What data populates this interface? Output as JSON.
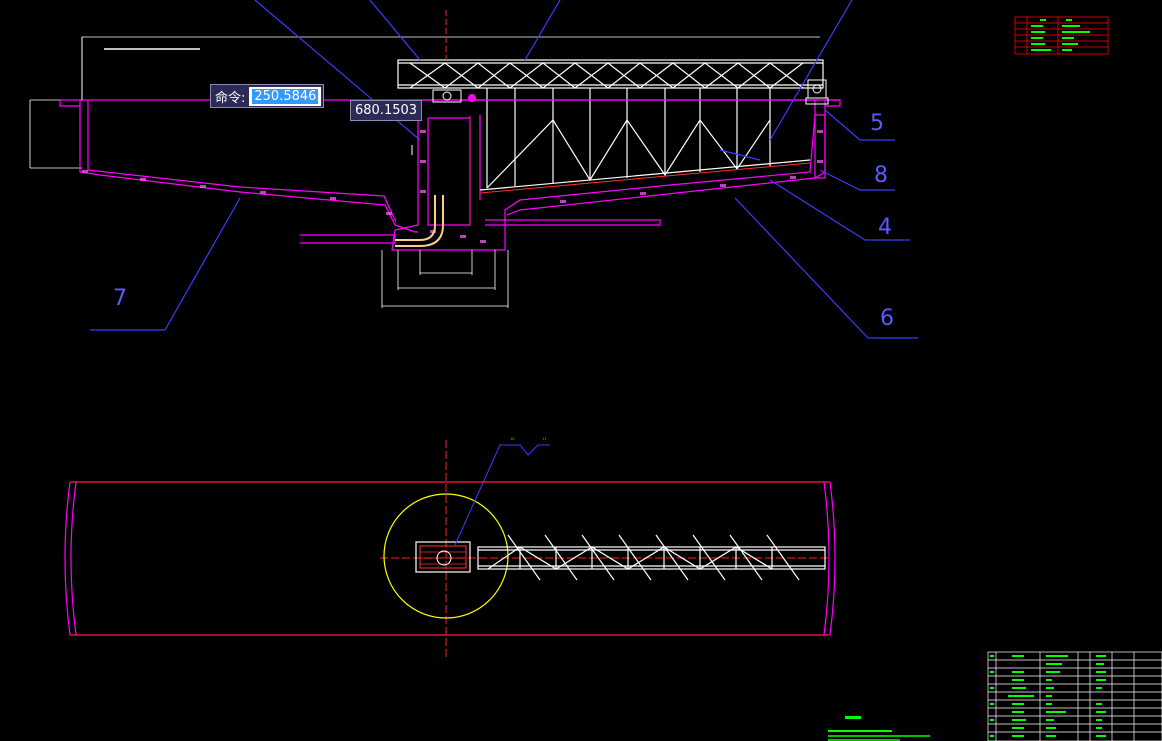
{
  "command_prompt": {
    "label": "命令:",
    "value": "250.5846"
  },
  "coordinate_tooltip": "680.1503",
  "callouts": [
    "5",
    "8",
    "4",
    "7",
    "6"
  ],
  "colors": {
    "background": "#000000",
    "magenta": "#ff00ff",
    "white": "#ffffff",
    "blue_leader": "#3b3bff",
    "red": "#ff2020",
    "yellow": "#ffff00",
    "green_table": "#00ff00",
    "red_table": "#ff0000"
  }
}
